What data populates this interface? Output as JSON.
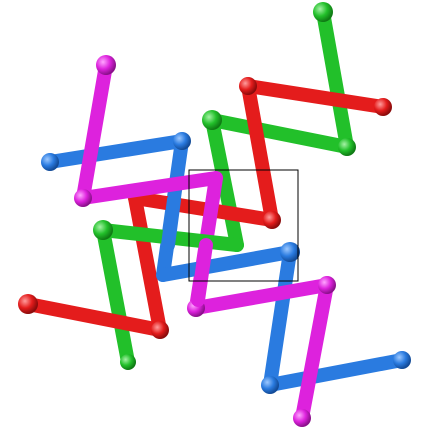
{
  "puzzle": {
    "pieces": [
      {
        "name": "blue-piece",
        "color": "#2a7be0"
      },
      {
        "name": "magenta-piece",
        "color": "#dd22dd"
      },
      {
        "name": "red-piece",
        "color": "#e41c1c"
      },
      {
        "name": "green-piece",
        "color": "#22c02a"
      }
    ],
    "selection_box_visible": true
  }
}
